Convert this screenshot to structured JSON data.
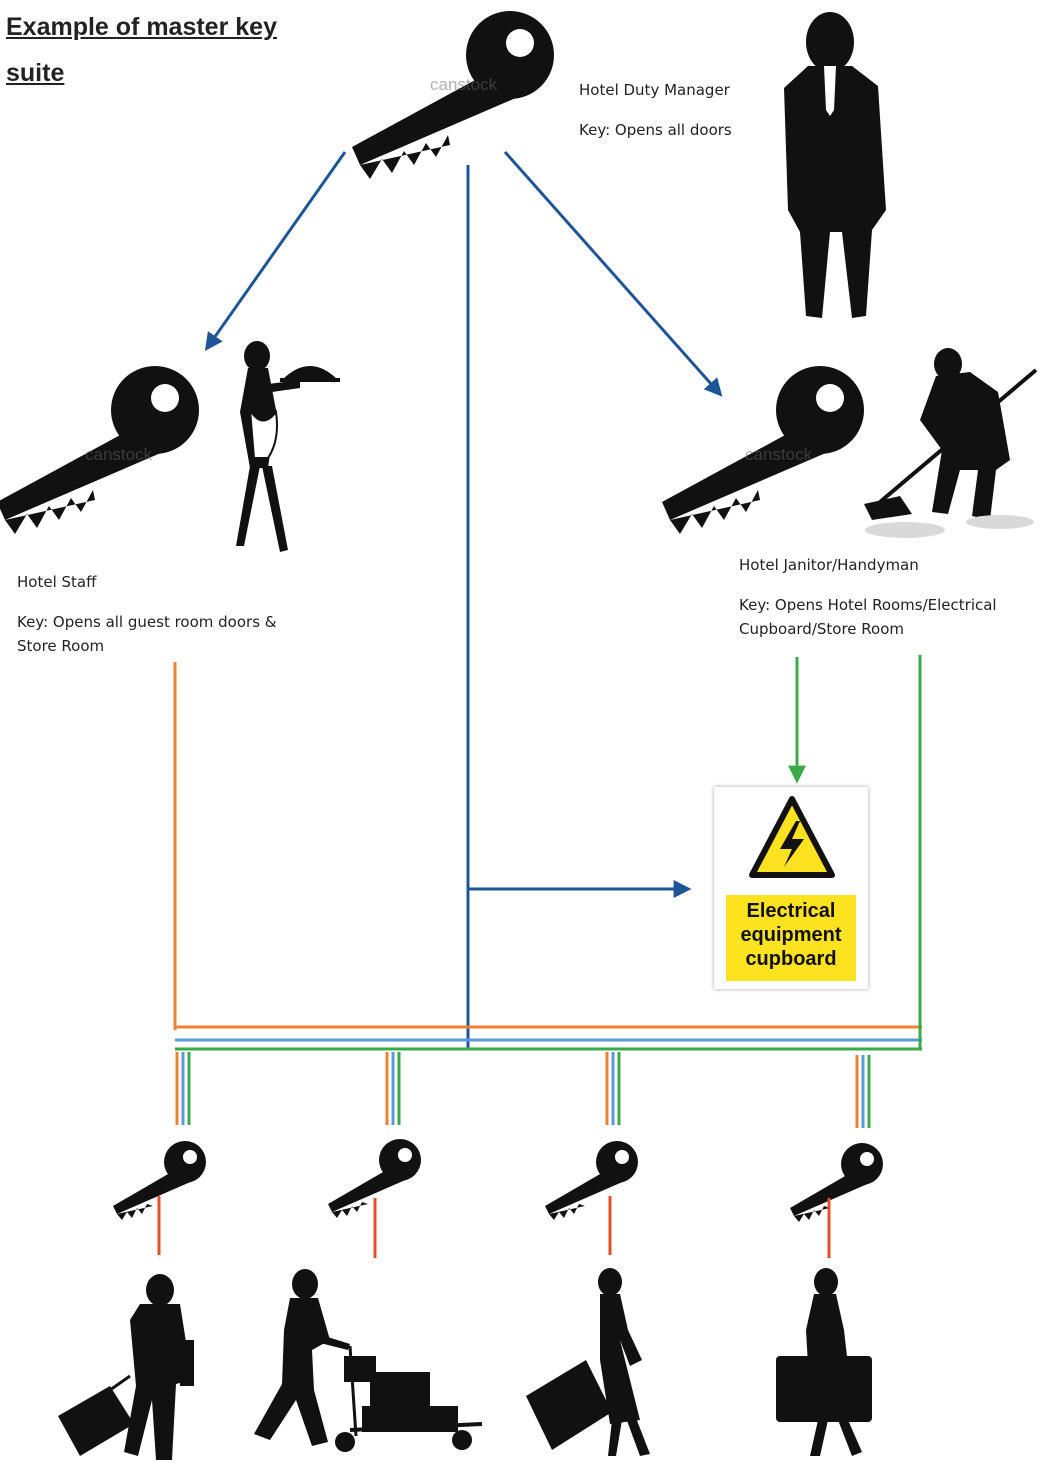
{
  "title": {
    "line1": "Example of master key",
    "line2": "suite"
  },
  "roles": {
    "manager": {
      "name": "Hotel Duty Manager",
      "key": "Key: Opens all doors"
    },
    "staff": {
      "name": "Hotel Staff",
      "key": "Key: Opens all guest room doors & Store Room"
    },
    "janitor": {
      "name": "Hotel Janitor/Handyman",
      "key": "Key: Opens Hotel Rooms/Electrical Cupboard/Store Room"
    }
  },
  "sign": {
    "line1": "Electrical",
    "line2": "equipment",
    "line3": "cupboard"
  },
  "watermark": "canstock",
  "colors": {
    "manager_line": "#1e5596",
    "staff_line": "#ef8130",
    "guest_blue_line": "#5b9bd5",
    "janitor_line": "#3aaa4a",
    "guest_key_line": "#e2502a",
    "silhouette": "#111111",
    "warning_yellow": "#fde21f"
  },
  "icons": {
    "master_key": "key-icon",
    "people": [
      "businessman-silhouette",
      "waitress-silhouette",
      "janitor-silhouette",
      "guest-suitcase-silhouette",
      "guest-trolley-silhouette",
      "guest-woman-suitcase-silhouette",
      "guest-woman-case-silhouette"
    ],
    "sign": "high-voltage-warning-icon"
  }
}
